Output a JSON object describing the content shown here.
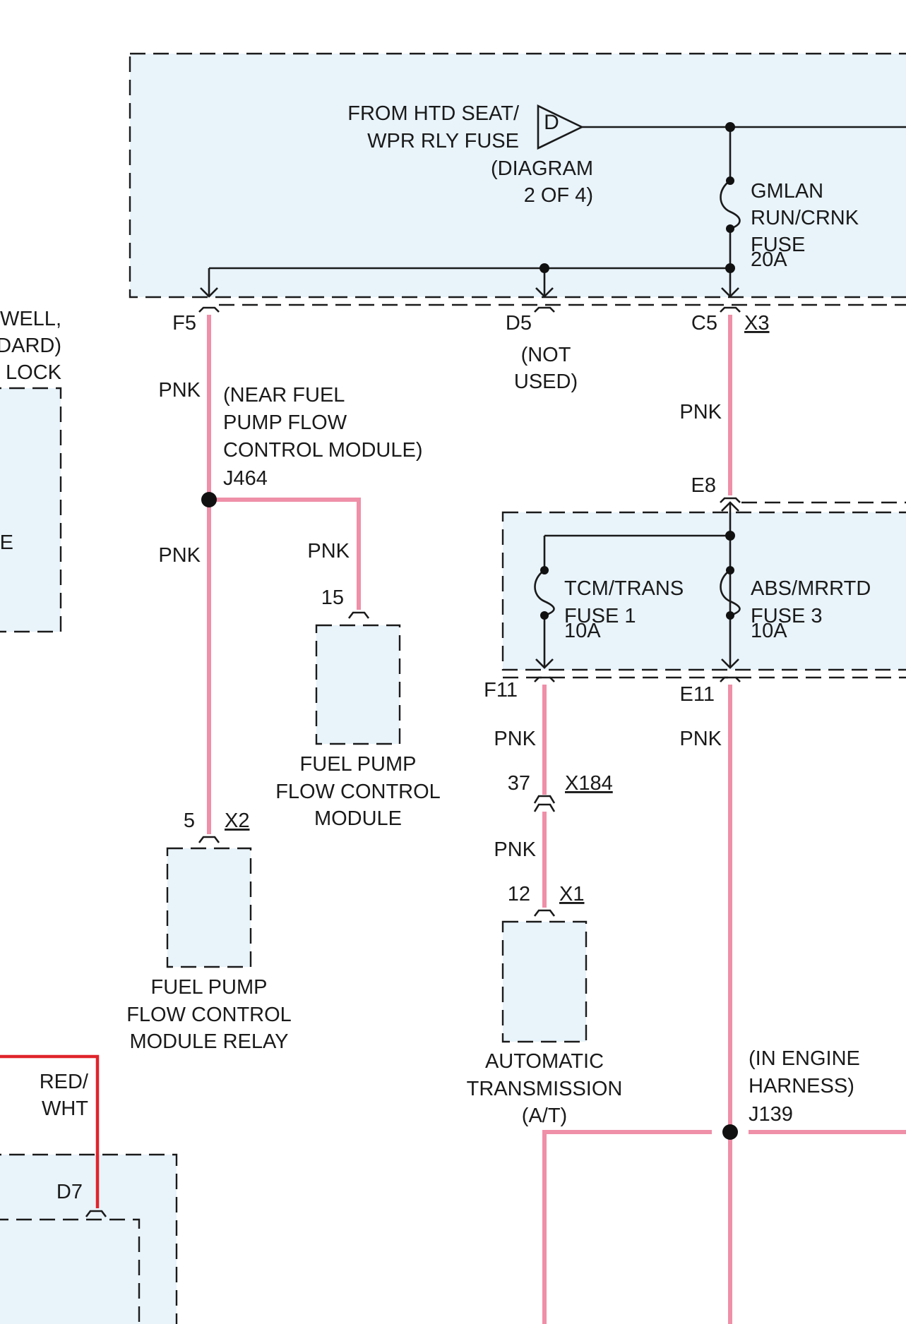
{
  "colors": {
    "module_fill": "#e8f3fa",
    "pink_wire": "#ef8fa8",
    "red_wire": "#e0242b",
    "line": "#1a1a1a"
  },
  "fuse_block": {
    "source_line1": "FROM HTD SEAT/",
    "source_line2": "WPR RLY FUSE",
    "diagram_ref_line1": "(DIAGRAM",
    "diagram_ref_line2": "2 OF 4)",
    "source_letter": "D",
    "fuse_line1": "GMLAN",
    "fuse_line2": "RUN/CRNK",
    "fuse_line3": "FUSE",
    "fuse_rating": "20A"
  },
  "pins": {
    "f5": "F5",
    "d5": "D5",
    "not_used_line1": "(NOT",
    "not_used_line2": "USED)",
    "c5": "C5",
    "x3": "X3",
    "e8": "E8",
    "f11": "F11",
    "e11": "E11",
    "pin15": "15",
    "pin5": "5",
    "x2": "X2",
    "pin37": "37",
    "x184": "X184",
    "pin12": "12",
    "x1": "X1",
    "d7": "D7"
  },
  "wires": {
    "pnk": "PNK",
    "red_wht_line1": "RED/",
    "red_wht_line2": "WHT"
  },
  "splices": {
    "j464_line1": "(NEAR FUEL",
    "j464_line2": "PUMP FLOW",
    "j464_line3": "CONTROL MODULE)",
    "j464_id": "J464",
    "j139_line1": "(IN ENGINE",
    "j139_line2": "HARNESS)",
    "j139_id": "J139"
  },
  "sub_fuse_block": {
    "fuse1_line1": "TCM/TRANS",
    "fuse1_line2": "FUSE 1",
    "fuse1_rating": "10A",
    "fuse2_line1": "ABS/MRRTD",
    "fuse2_line2": "FUSE 3",
    "fuse2_rating": "10A"
  },
  "modules": {
    "fpfcm_line1": "FUEL PUMP",
    "fpfcm_line2": "FLOW CONTROL",
    "fpfcm_line3": "MODULE",
    "relay_line1": "FUEL PUMP",
    "relay_line2": "FLOW CONTROL",
    "relay_line3": "MODULE RELAY",
    "at_line1": "AUTOMATIC",
    "at_line2": "TRANSMISSION",
    "at_line3": "(A/T)"
  },
  "left_partial": {
    "line1": "WELL,",
    "line2": "DARD)",
    "line3": "LOCK",
    "line4": "E"
  }
}
